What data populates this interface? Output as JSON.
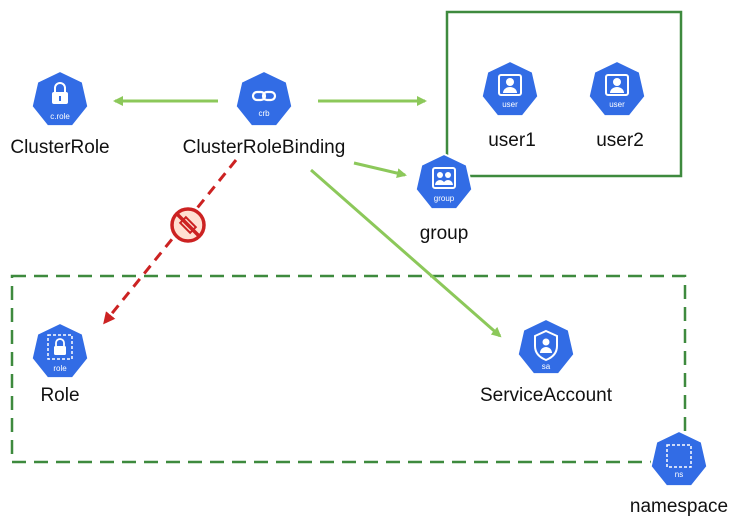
{
  "nodes": {
    "clusterrole": {
      "label": "ClusterRole",
      "tag": "c.role",
      "icon": "lock-icon"
    },
    "crb": {
      "label": "ClusterRoleBinding",
      "tag": "crb",
      "icon": "link-icon"
    },
    "user1": {
      "label": "user1",
      "tag": "user",
      "icon": "user-icon"
    },
    "user2": {
      "label": "user2",
      "tag": "user",
      "icon": "user-icon"
    },
    "group": {
      "label": "group",
      "tag": "group",
      "icon": "people-icon"
    },
    "role": {
      "label": "Role",
      "tag": "role",
      "icon": "lock-icon"
    },
    "sa": {
      "label": "ServiceAccount",
      "tag": "sa",
      "icon": "person-shield-icon"
    },
    "ns": {
      "label": "namespace",
      "tag": "ns",
      "icon": "dashed-square-icon"
    }
  },
  "colors": {
    "node_fill": "#326ce5",
    "arrow_green": "#8cc85a",
    "arrow_red": "#cc2222",
    "box_green": "#3e8a3e",
    "prohibited_red": "#cc2222"
  }
}
